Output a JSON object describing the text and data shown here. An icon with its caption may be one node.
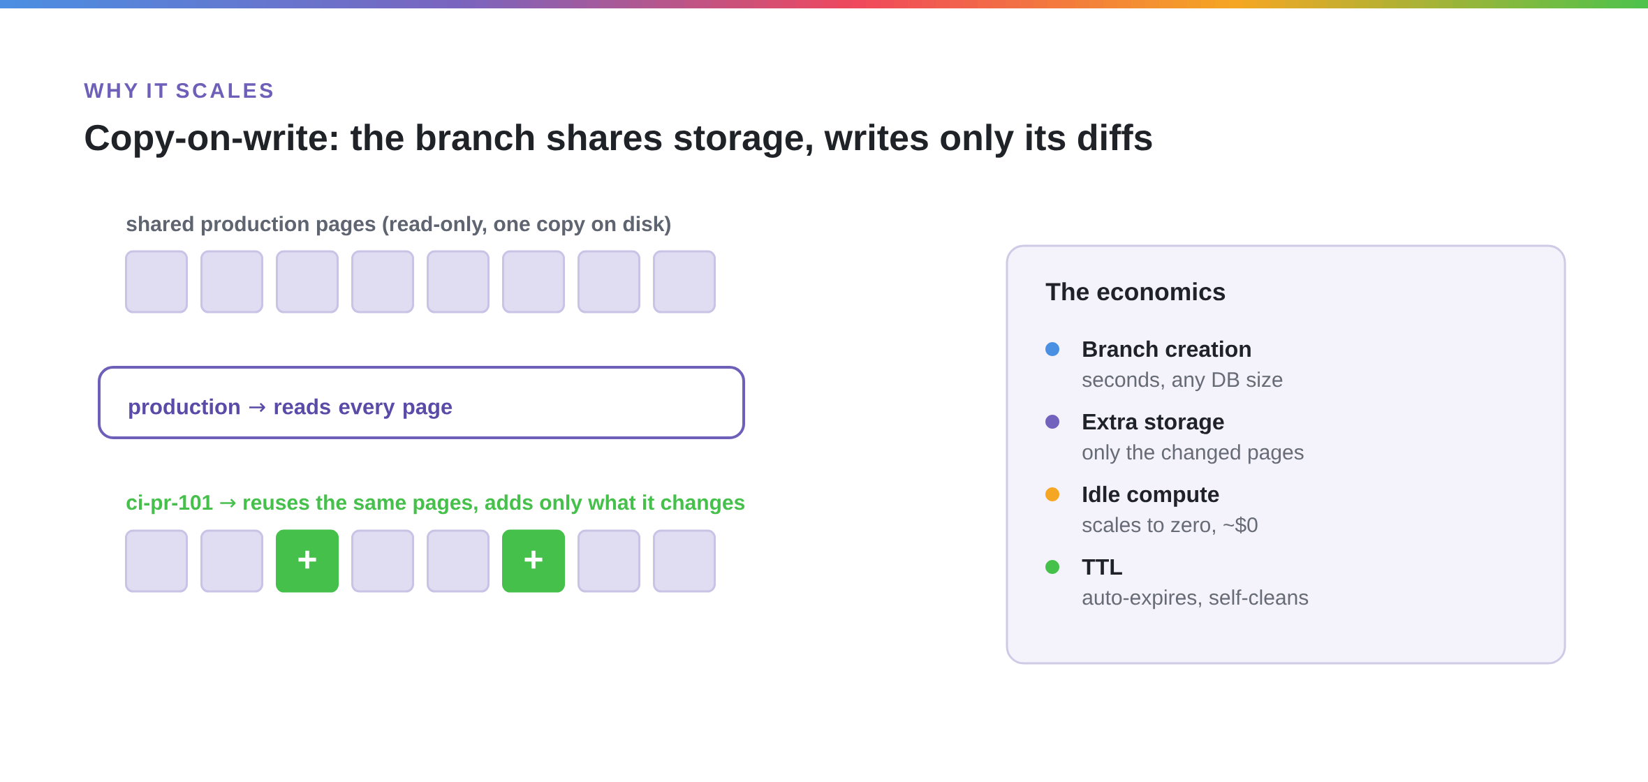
{
  "diagram": {
    "title": "Copy-on-write: the branch shares storage, writes only its diffs",
    "nodes": [
      {
        "text": [],
        "shape": "box"
      },
      {
        "text": [],
        "shape": "box"
      },
      {
        "text": [],
        "shape": "box"
      },
      {
        "text": [],
        "shape": "box"
      },
      {
        "text": [],
        "shape": "box"
      },
      {
        "text": [],
        "shape": "box"
      },
      {
        "text": [],
        "shape": "box"
      },
      {
        "text": [],
        "shape": "box"
      },
      {
        "text": [
          "production → reads every page"
        ]
      },
      {
        "text": [],
        "shape": "box"
      },
      {
        "text": [],
        "shape": "box"
      },
      {
        "text": [
          "+"
        ]
      },
      {
        "text": [],
        "shape": "box"
      },
      {
        "text": [],
        "shape": "box"
      },
      {
        "text": [
          "+"
        ]
      },
      {
        "text": [],
        "shape": "box"
      },
      {
        "text": [],
        "shape": "box"
      },
      {
        "text": [
          "The economics",
          "Branch creation",
          "seconds, any DB size",
          "Extra storage",
          "only the changed pages",
          "Idle compute",
          "scales to zero, ~$0",
          "TTL",
          "auto-expires, self-cleans"
        ]
      }
    ],
    "labels": [
      "WHY IT SCALES",
      "shared production pages (read-only, one copy on disk)",
      "ci-pr-101 → reuses the same pages, adds only what it changes"
    ]
  }
}
